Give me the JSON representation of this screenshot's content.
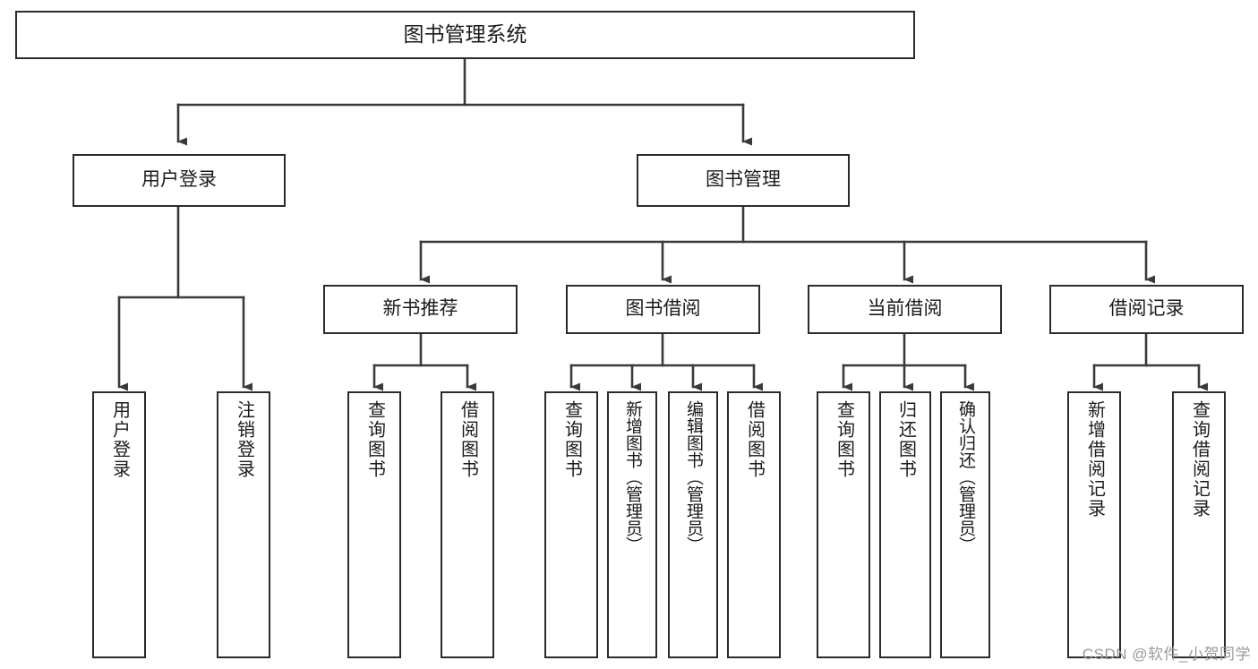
{
  "diagram": {
    "title": "图书管理系统",
    "type": "tree",
    "watermark": "CSDN @软件_小贺同学",
    "colors": {
      "box_border": "#2b2b2b",
      "box_fill": "#ffffff",
      "connector": "#3a3a3a",
      "text": "#1b1b1b",
      "watermark": "#9a9a9a"
    },
    "nodes": {
      "root": {
        "label": "图书管理系统"
      },
      "level1": [
        {
          "label": "用户登录"
        },
        {
          "label": "图书管理"
        }
      ],
      "level2": [
        {
          "label": "新书推荐"
        },
        {
          "label": "图书借阅"
        },
        {
          "label": "当前借阅"
        },
        {
          "label": "借阅记录"
        }
      ],
      "leaves": {
        "user_login": [
          {
            "label": "用户登录"
          },
          {
            "label": "注销登录"
          }
        ],
        "new_book": [
          {
            "label": "查询图书"
          },
          {
            "label": "借阅图书"
          }
        ],
        "book_borrow": [
          {
            "label": "查询图书"
          },
          {
            "label": "新增图书（管理员）"
          },
          {
            "label": "编辑图书（管理员）"
          },
          {
            "label": "借阅图书"
          }
        ],
        "current_borrow": [
          {
            "label": "查询图书"
          },
          {
            "label": "归还图书"
          },
          {
            "label": "确认归还（管理员）"
          }
        ],
        "borrow_record": [
          {
            "label": "新增借阅记录"
          },
          {
            "label": "查询借阅记录"
          }
        ]
      }
    }
  }
}
